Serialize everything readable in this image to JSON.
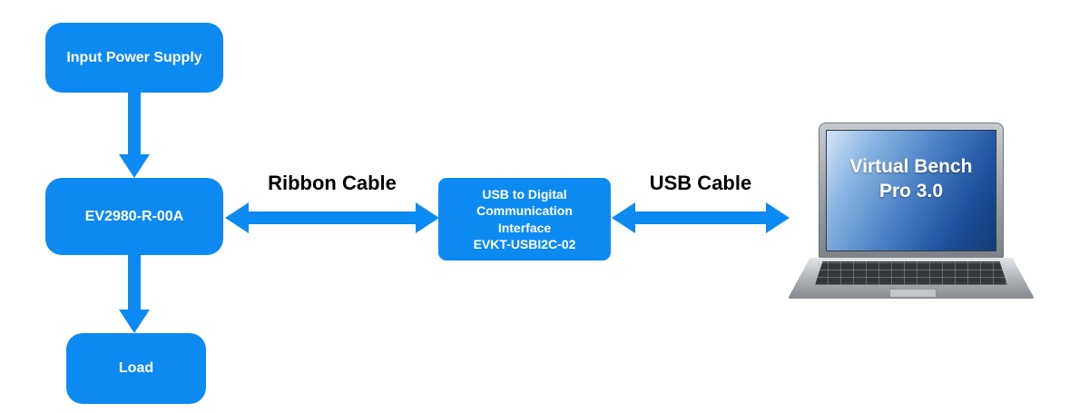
{
  "diagram": {
    "accent_color": "#0d8af2",
    "nodes": {
      "input_power_supply": {
        "label": "Input Power Supply"
      },
      "ev_board": {
        "label": "EV2980-R-00A"
      },
      "load": {
        "label": "Load"
      },
      "usb_interface": {
        "lines": [
          "USB to Digital",
          "Communication",
          "Interface",
          "EVKT-USBI2C-02"
        ]
      },
      "laptop": {
        "screen_lines": [
          "Virtual Bench",
          "Pro 3.0"
        ]
      }
    },
    "labels": {
      "ribbon_cable": "Ribbon Cable",
      "usb_cable": "USB Cable"
    }
  }
}
